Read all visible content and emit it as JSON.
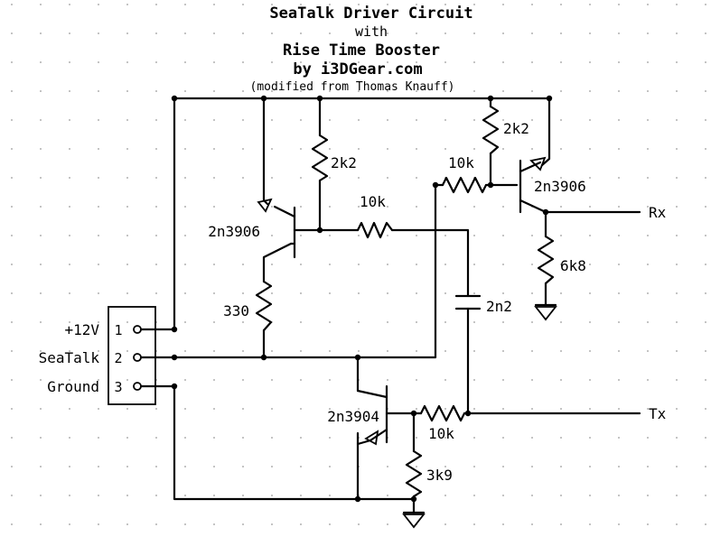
{
  "title": {
    "line1": "SeaTalk Driver Circuit",
    "line2": "with",
    "line3": "Rise Time Booster",
    "line4": "by i3DGear.com",
    "line5": "(modified from Thomas Knauff)"
  },
  "connector": {
    "pins": [
      {
        "name": "+12V",
        "number": "1"
      },
      {
        "name": "SeaTalk",
        "number": "2"
      },
      {
        "name": "Ground",
        "number": "3"
      }
    ]
  },
  "components": {
    "q1": "2n3906",
    "q2": "2n3906",
    "q3": "2n3904",
    "r_2k2_left": "2k2",
    "r_10k_mid": "10k",
    "r_330": "330",
    "r_10k_top": "10k",
    "r_2k2_right": "2k2",
    "r_6k8": "6k8",
    "c_2n2": "2n2",
    "r_10k_tx": "10k",
    "r_3k9": "3k9"
  },
  "ports": {
    "rx": "Rx",
    "tx": "Tx"
  }
}
